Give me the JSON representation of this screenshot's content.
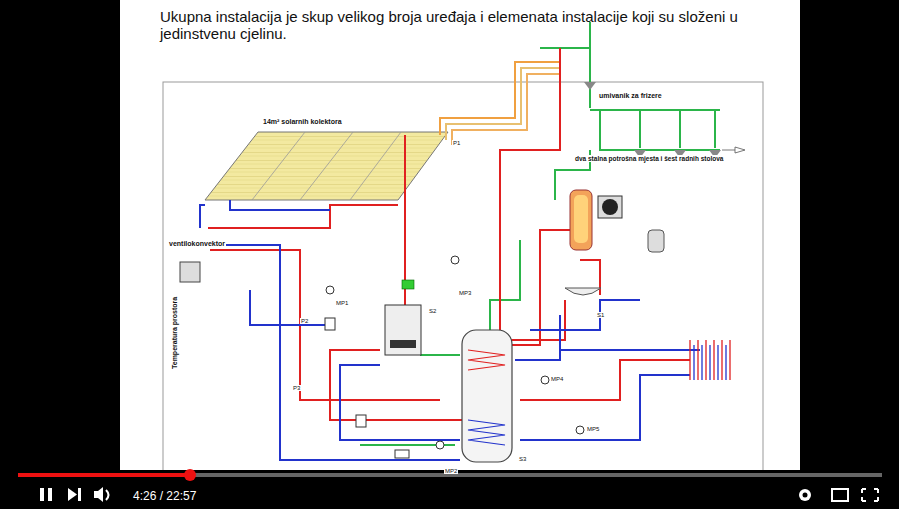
{
  "diagram": {
    "title": "Ukupna instalacija je skup velikog broja uređaja i elemenata instalacije koji su složeni u jedinstvenu cjelinu.",
    "labels": [
      "14m² solarnih kolektora",
      "ventilokonvektor",
      "umivanik za frizere",
      "dva stalna potrošna mjesta i šest radnih stolova",
      "Temperatura prostora",
      "4:26 / 22:57",
      "P1",
      "MP1",
      "MP2",
      "MP3",
      "MP4",
      "MP5",
      "S1",
      "S2",
      "S3",
      "P2",
      "P3"
    ]
  }
}
